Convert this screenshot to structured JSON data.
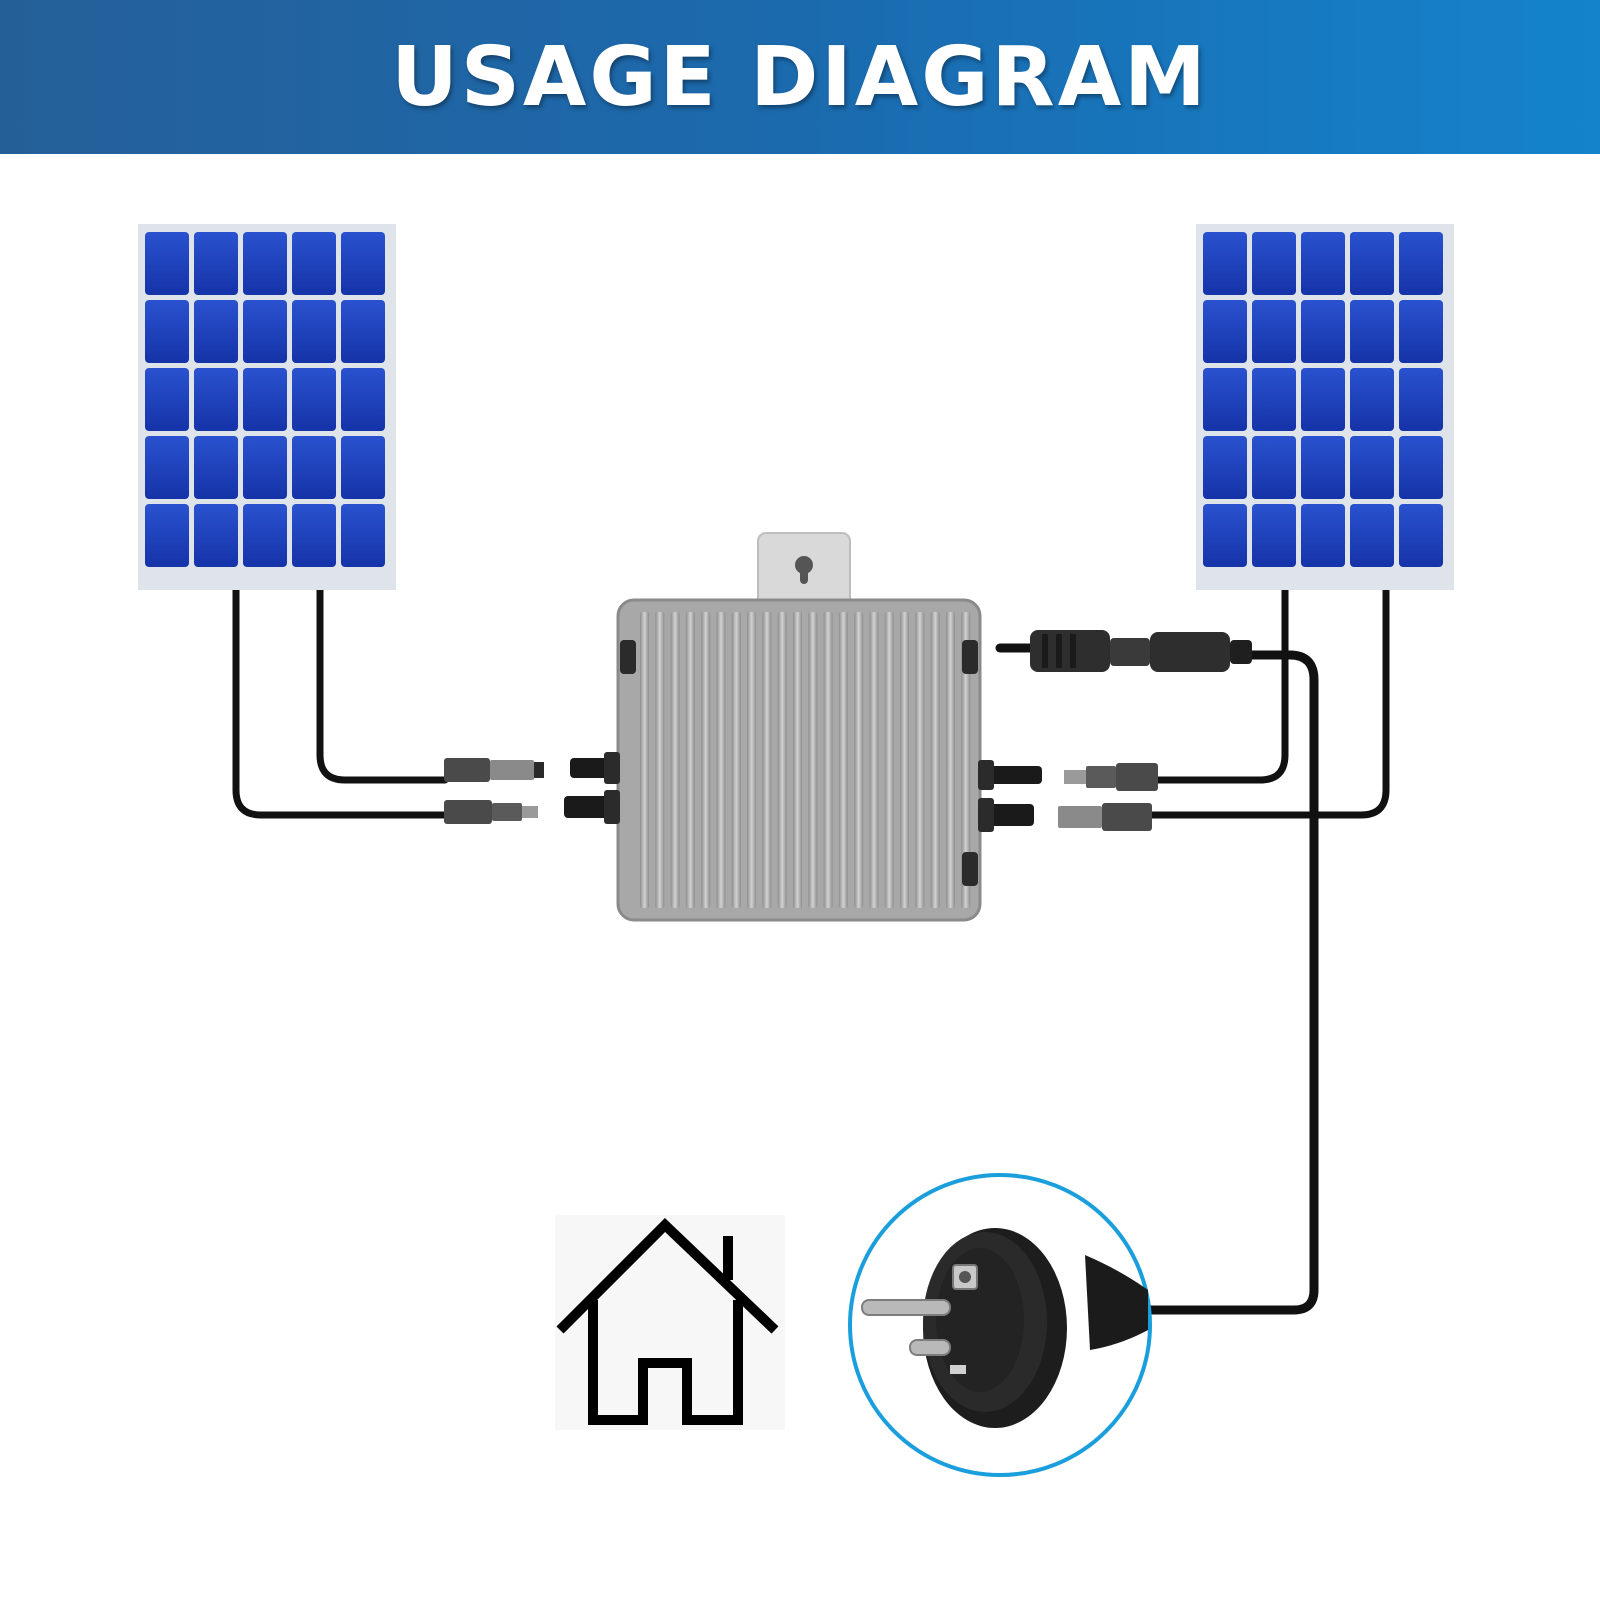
{
  "header": {
    "title": "USAGE DIAGRAM"
  },
  "colors": {
    "banner_left": "#255f98",
    "banner_right": "#1483cc",
    "panel_cell": "#1a3db5",
    "panel_frame": "#dfe4ea",
    "inverter_body": "#a8a8a8",
    "cable": "#111111",
    "plug_ring": "#1b9fdc"
  },
  "components": {
    "solar_panels": 2,
    "panel_grid": {
      "rows": 5,
      "cols": 5
    },
    "icons": [
      "solar-panel-icon",
      "microinverter-icon",
      "mc4-connector-icon",
      "ac-connector-icon",
      "schuko-plug-icon",
      "house-icon"
    ]
  }
}
